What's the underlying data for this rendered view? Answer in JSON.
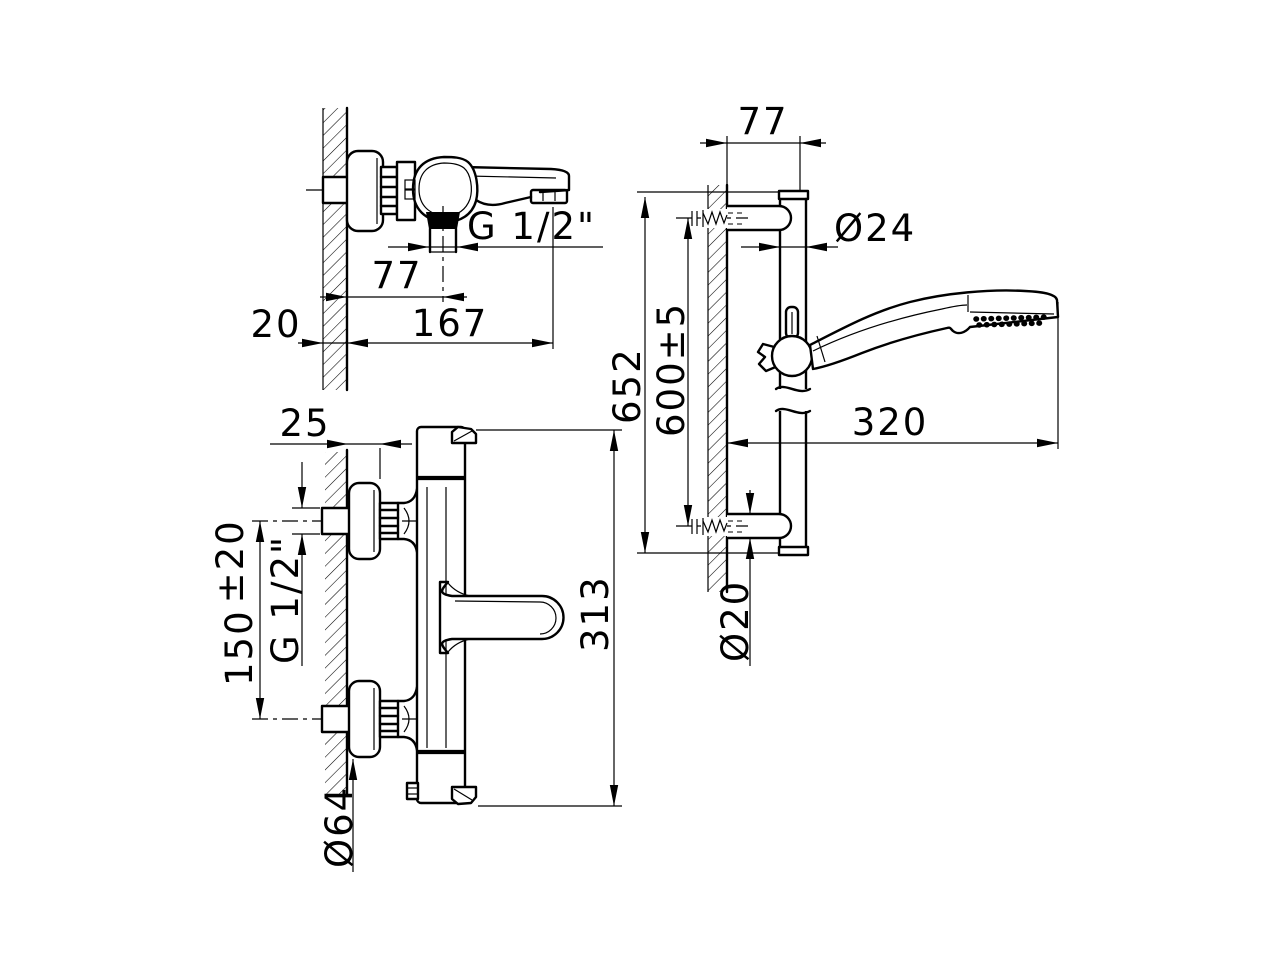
{
  "page": {
    "background": "#ffffff",
    "line_color": "#000000"
  },
  "views": {
    "bath_mixer": {
      "name": "wall-mounted bath mixer side view",
      "dims": {
        "thread": "G 1/2\"",
        "to_outlet": "77",
        "to_spout_tip": "167",
        "wall": "20"
      }
    },
    "thermostat": {
      "name": "thermostatic mixer profile view",
      "dims": {
        "depth": "25",
        "spacing": "150",
        "spacing_tol": "±20",
        "thread": "G 1/2\"",
        "height": "313",
        "rosette": "Ø64"
      }
    },
    "rail": {
      "name": "shower slide rail with hand shower",
      "dims": {
        "to_rail": "77",
        "rail_dia": "Ø24",
        "total": "652",
        "fixing": "600±5",
        "shower_len": "320",
        "bracket_dia": "Ø20"
      }
    }
  }
}
